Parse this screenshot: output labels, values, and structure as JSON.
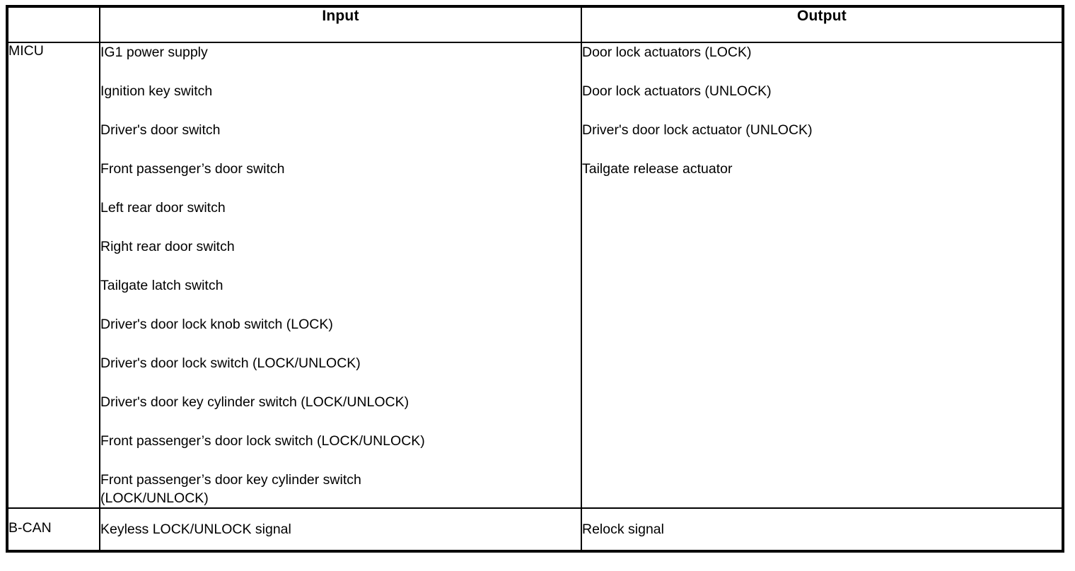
{
  "table": {
    "headers": {
      "module_column": "",
      "input": "Input",
      "output": "Output"
    },
    "rows": [
      {
        "module": "MICU",
        "inputs": [
          "IG1 power supply",
          "Ignition key switch",
          "Driver's door switch",
          "Front passenger’s door switch",
          "Left rear door switch",
          "Right rear door switch",
          "Tailgate latch switch",
          "Driver's door lock knob switch (LOCK)",
          "Driver's door lock switch (LOCK/UNLOCK)",
          "Driver's door key cylinder switch (LOCK/UNLOCK)",
          "Front passenger’s door lock switch (LOCK/UNLOCK)",
          "Front passenger’s door key cylinder switch\n(LOCK/UNLOCK)"
        ],
        "outputs": [
          "Door lock actuators (LOCK)",
          "Door lock actuators (UNLOCK)",
          "Driver's door lock actuator (UNLOCK)",
          "Tailgate release actuator"
        ]
      },
      {
        "module": "B-CAN",
        "inputs": [
          "Keyless LOCK/UNLOCK signal"
        ],
        "outputs": [
          "Relock signal"
        ]
      }
    ]
  },
  "colors": {
    "border": "#000000",
    "text": "#000000",
    "background": "#ffffff"
  }
}
